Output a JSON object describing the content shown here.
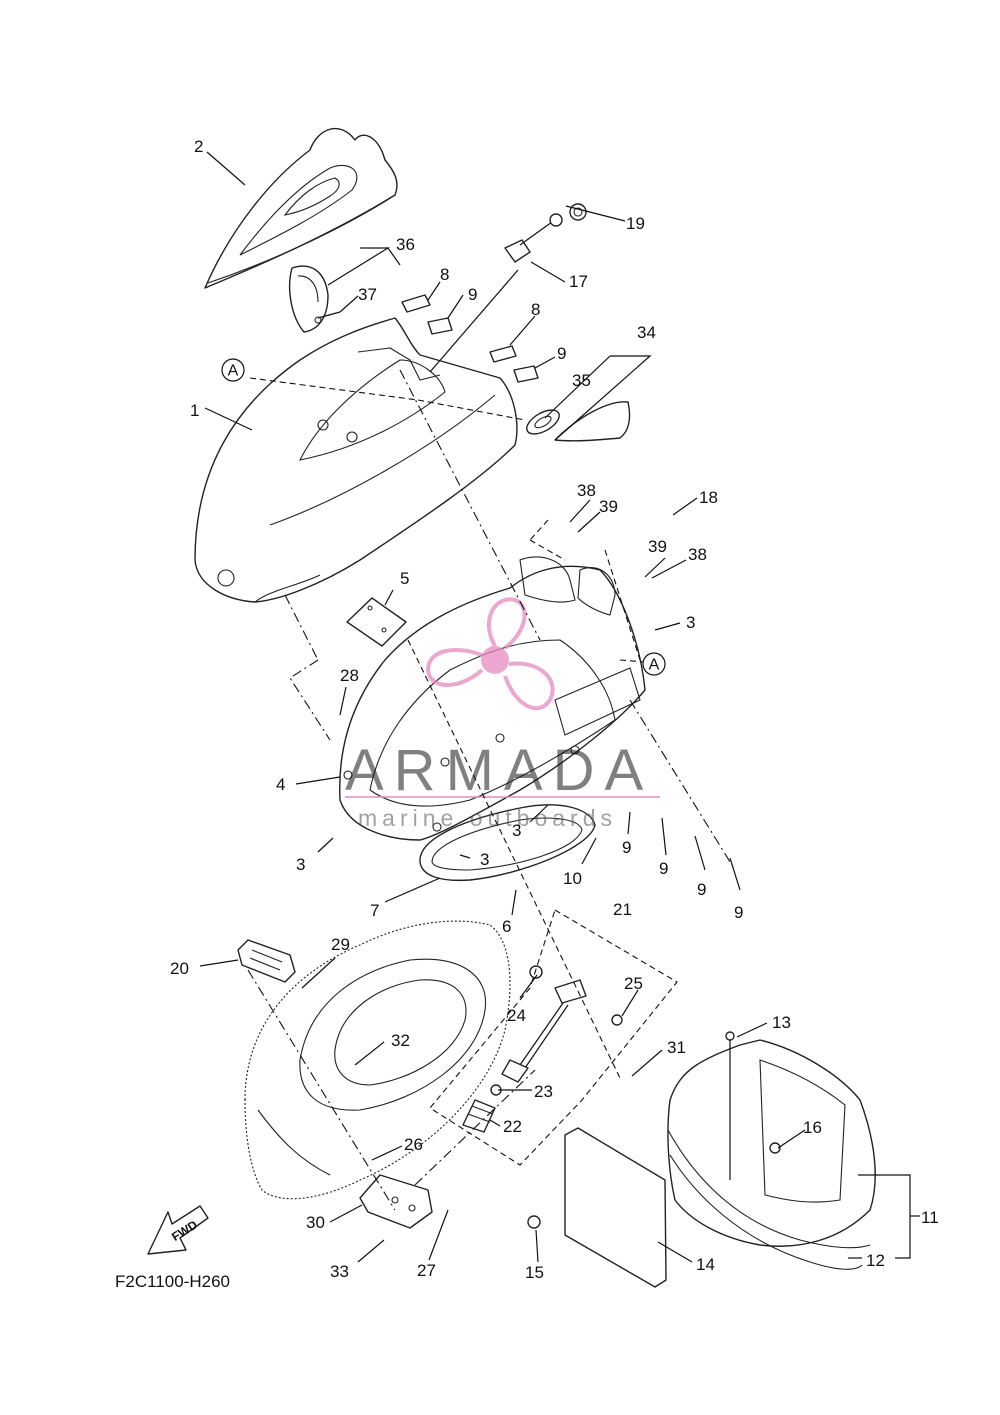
{
  "diagram_code": "F2C1100-H260",
  "fwd_label": "FWD",
  "reference_mark": "A",
  "watermark": {
    "brand": "ARMADA",
    "tagline": "marine outboards",
    "logo_color": "#e58ac0"
  },
  "callouts": [
    {
      "id": "c2",
      "label": "2"
    },
    {
      "id": "c36",
      "label": "36"
    },
    {
      "id": "c37",
      "label": "37"
    },
    {
      "id": "c8a",
      "label": "8"
    },
    {
      "id": "c9a",
      "label": "9"
    },
    {
      "id": "c17",
      "label": "17"
    },
    {
      "id": "c19",
      "label": "19"
    },
    {
      "id": "c8b",
      "label": "8"
    },
    {
      "id": "c9b",
      "label": "9"
    },
    {
      "id": "c34",
      "label": "34"
    },
    {
      "id": "c35",
      "label": "35"
    },
    {
      "id": "c1",
      "label": "1"
    },
    {
      "id": "c38a",
      "label": "38"
    },
    {
      "id": "c39a",
      "label": "39"
    },
    {
      "id": "c18",
      "label": "18"
    },
    {
      "id": "c39b",
      "label": "39"
    },
    {
      "id": "c38b",
      "label": "38"
    },
    {
      "id": "c3a",
      "label": "3"
    },
    {
      "id": "c5",
      "label": "5"
    },
    {
      "id": "c28",
      "label": "28"
    },
    {
      "id": "c4",
      "label": "4"
    },
    {
      "id": "c3b",
      "label": "3"
    },
    {
      "id": "c3c",
      "label": "3"
    },
    {
      "id": "c3d",
      "label": "3"
    },
    {
      "id": "c9c",
      "label": "9"
    },
    {
      "id": "c9d",
      "label": "9"
    },
    {
      "id": "c9e",
      "label": "9"
    },
    {
      "id": "c9f",
      "label": "9"
    },
    {
      "id": "c10",
      "label": "10"
    },
    {
      "id": "c7",
      "label": "7"
    },
    {
      "id": "c6",
      "label": "6"
    },
    {
      "id": "c21",
      "label": "21"
    },
    {
      "id": "c29",
      "label": "29"
    },
    {
      "id": "c20",
      "label": "20"
    },
    {
      "id": "c25",
      "label": "25"
    },
    {
      "id": "c24",
      "label": "24"
    },
    {
      "id": "c13",
      "label": "13"
    },
    {
      "id": "c31",
      "label": "31"
    },
    {
      "id": "c32",
      "label": "32"
    },
    {
      "id": "c23",
      "label": "23"
    },
    {
      "id": "c22",
      "label": "22"
    },
    {
      "id": "c16",
      "label": "16"
    },
    {
      "id": "c26",
      "label": "26"
    },
    {
      "id": "c11",
      "label": "11"
    },
    {
      "id": "c30",
      "label": "30"
    },
    {
      "id": "c27",
      "label": "27"
    },
    {
      "id": "c33",
      "label": "33"
    },
    {
      "id": "c15",
      "label": "15"
    },
    {
      "id": "c14",
      "label": "14"
    },
    {
      "id": "c12",
      "label": "12"
    }
  ]
}
